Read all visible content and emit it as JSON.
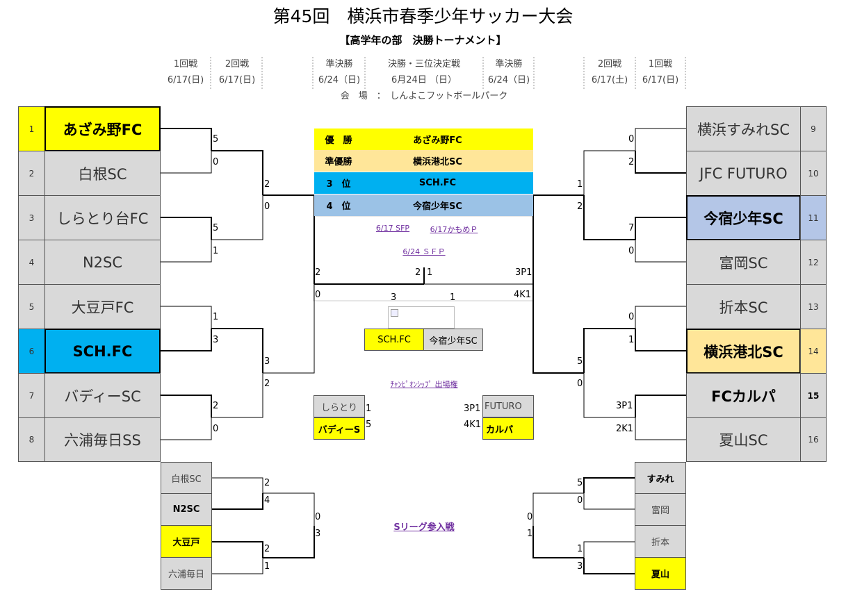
{
  "title": "第45回　横浜市春季少年サッカー大会",
  "subtitle": "【高学年の部　決勝トーナメント】",
  "headers": {
    "left_r1": "1回戦",
    "left_r1_date": "6/17(日)",
    "left_r2": "2回戦",
    "left_r2_date": "6/17(日)",
    "semi_left": "準決勝",
    "semi_left_date": "6/24（日)",
    "final": "決勝・三位決定戦",
    "final_date": "6月24日 （日）",
    "semi_right": "準決勝",
    "semi_right_date": "6/24（日)",
    "right_r2": "2回戦",
    "right_r2_date": "6/17(土)",
    "right_r1": "1回戦",
    "right_r1_date": "6/17(日)",
    "venue": "会　場　：　しんよこフットボールパーク"
  },
  "left_teams": [
    {
      "no": "1",
      "name": "あざみ野FC"
    },
    {
      "no": "2",
      "name": "白根SC"
    },
    {
      "no": "3",
      "name": "しらとり台FC"
    },
    {
      "no": "4",
      "name": "N2SC"
    },
    {
      "no": "5",
      "name": "大豆戸FC"
    },
    {
      "no": "6",
      "name": "SCH.FC"
    },
    {
      "no": "7",
      "name": "バディーSC"
    },
    {
      "no": "8",
      "name": "六浦毎日SS"
    }
  ],
  "right_teams": [
    {
      "no": "9",
      "name": "横浜すみれSC"
    },
    {
      "no": "10",
      "name": "JFC FUTURO"
    },
    {
      "no": "11",
      "name": "今宿少年SC"
    },
    {
      "no": "12",
      "name": "富岡SC"
    },
    {
      "no": "13",
      "name": "折本SC"
    },
    {
      "no": "14",
      "name": "横浜港北SC"
    },
    {
      "no": "15",
      "name": "FCカルパ"
    },
    {
      "no": "16",
      "name": "夏山SC"
    }
  ],
  "results": [
    {
      "rank": "優　勝",
      "team": "あざみ野FC",
      "color": "#ffff00"
    },
    {
      "rank": "準優勝",
      "team": "横浜港北SC",
      "color": "#ffe699"
    },
    {
      "rank": "3　位",
      "team": "SCH.FC",
      "color": "#00b0f0"
    },
    {
      "rank": "4　位",
      "team": "今宿少年SC",
      "color": "#9bc2e6"
    }
  ],
  "links": {
    "l1": "6/17 SFP",
    "l2": "6/17かもめＰ",
    "l3": "6/24 ＳＦＰ",
    "champ": "ﾁｬﾝﾋﾟｵﾝｼｯﾌﾟ 出場権",
    "sleague": "Sリーグ参入戦"
  },
  "scores": {
    "l_r1_1a": "5",
    "l_r1_1b": "0",
    "l_r1_2a": "5",
    "l_r1_2b": "1",
    "l_r1_3a": "1",
    "l_r1_3b": "3",
    "l_r1_4a": "2",
    "l_r1_4b": "0",
    "l_r2_1a": "2",
    "l_r2_1b": "0",
    "l_r2_2a": "3",
    "l_r2_2b": "2",
    "r_r1_1a": "0",
    "r_r1_1b": "2",
    "r_r1_2a": "7",
    "r_r1_2b": "0",
    "r_r1_3a": "0",
    "r_r1_3b": "1",
    "r_r1_4a": "3P1",
    "r_r1_4b": "2K1",
    "r_r2_1a": "1",
    "r_r2_1b": "2",
    "r_r2_2a": "5",
    "r_r2_2b": "0",
    "final_l": "2",
    "final_r": "1",
    "semi_l1": "2",
    "semi_l2": "0",
    "semi_r1": "3P1",
    "semi_r2": "4K1",
    "third_l": "3",
    "third_r": "1"
  },
  "third_place": {
    "left": "SCH.FC",
    "right": "今宿少年SC"
  },
  "champ_left": {
    "t1": "しらとり",
    "s1": "1",
    "t2": "バディーS",
    "s2": "5"
  },
  "champ_right": {
    "t1": "FUTURO",
    "s1": "3P1",
    "t2": "カルパ",
    "s2": "4K1"
  },
  "sl_left": {
    "teams": [
      "白根SC",
      "N2SC",
      "大豆戸",
      "六浦毎日"
    ],
    "s1a": "2",
    "s1b": "4",
    "s2a": "2",
    "s2b": "1",
    "fa": "0",
    "fb": "3"
  },
  "sl_right": {
    "teams": [
      "すみれ",
      "富岡",
      "折本",
      "夏山"
    ],
    "s1a": "5",
    "s1b": "0",
    "s2a": "1",
    "s2b": "3",
    "fa": "0",
    "fb": "1"
  }
}
